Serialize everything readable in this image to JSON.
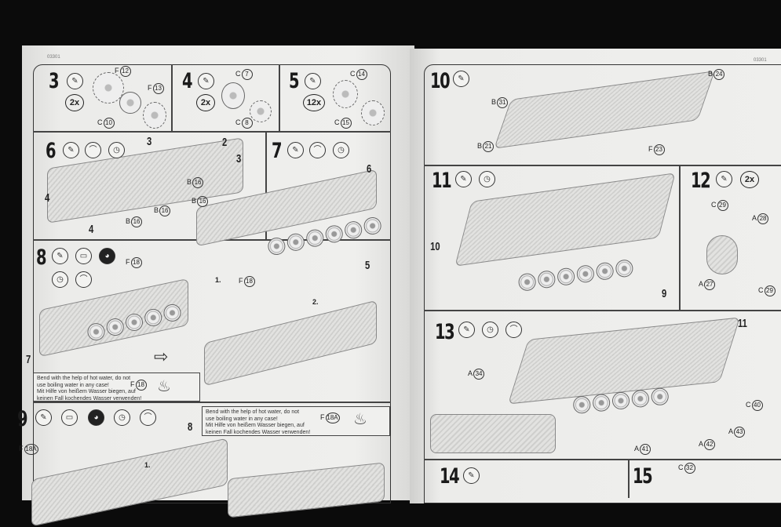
{
  "left_page": {
    "code": "03301",
    "steps": {
      "s3": {
        "num": "3",
        "qty": "2x",
        "parts": [
          "F",
          "12",
          "F",
          "13",
          "C",
          "10"
        ]
      },
      "s4": {
        "num": "4",
        "qty": "2x",
        "parts": [
          "C",
          "7",
          "C",
          "8"
        ]
      },
      "s5": {
        "num": "5",
        "qty": "12x",
        "parts": [
          "C",
          "14",
          "C",
          "15"
        ]
      },
      "s6": {
        "num": "6",
        "callouts": [
          "3",
          "2",
          "3",
          "4",
          "4"
        ],
        "parts": [
          "B",
          "16",
          "B",
          "16",
          "B",
          "16",
          "B",
          "16"
        ]
      },
      "s7": {
        "num": "7",
        "callouts": [
          "6",
          "5"
        ]
      },
      "s8": {
        "num": "8",
        "callouts": [
          "7",
          "1.",
          "2."
        ],
        "parts": [
          "F",
          "18",
          "F",
          "18",
          "F",
          "18"
        ],
        "note": [
          "Bend with the help of hot water, do not",
          "use boiling water in any case!",
          "Mit Hilfe von heißem Wasser biegen, auf",
          "keinen Fall kochendes Wasser verwenden!"
        ]
      },
      "s9": {
        "num": "9",
        "callouts": [
          "8",
          "1."
        ],
        "parts": [
          "F",
          "18A",
          "F",
          "18A"
        ],
        "note": [
          "Bend with the help of hot water, do not",
          "use boiling water in any case!",
          "Mit Hilfe von heißem Wasser biegen, auf",
          "keinen Fall kochendes Wasser verwenden!"
        ]
      }
    }
  },
  "right_page": {
    "code": "03301",
    "steps": {
      "s10": {
        "num": "10",
        "parts": [
          "B",
          "31",
          "B",
          "24",
          "B",
          "21",
          "F",
          "23"
        ]
      },
      "s11": {
        "num": "11",
        "callouts": [
          "10",
          "9"
        ]
      },
      "s12": {
        "num": "12",
        "qty": "2x",
        "parts": [
          "C",
          "29",
          "A",
          "28",
          "A",
          "27",
          "C",
          "29"
        ]
      },
      "s13": {
        "num": "13",
        "callouts": [
          "11"
        ],
        "parts": [
          "A",
          "34",
          "C",
          "40",
          "A",
          "43",
          "A",
          "42",
          "A",
          "41"
        ]
      },
      "s14": {
        "num": "14"
      },
      "s15": {
        "num": "15",
        "parts": [
          "C",
          "32"
        ]
      }
    }
  }
}
